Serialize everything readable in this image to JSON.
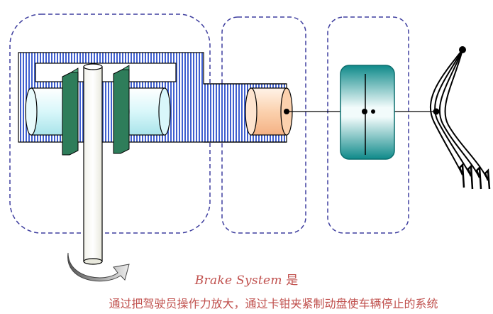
{
  "caption": {
    "line1_en": "Brake System",
    "line1_zh": "是",
    "line2": "通过把驾驶员操作力放大，通过卡钳夹紧制动盘使车辆停止的系统"
  },
  "colors": {
    "dashed_border": "#3f3f9f",
    "hatch_blue": "#3f5fcf",
    "pad_green": "#2e7d5a",
    "piston_cyan": "#d9f7fa",
    "caliper_piston_peach": "#fbd1ae",
    "wheel_teal": "#1a9a9a",
    "caption_red": "#c0504d"
  }
}
